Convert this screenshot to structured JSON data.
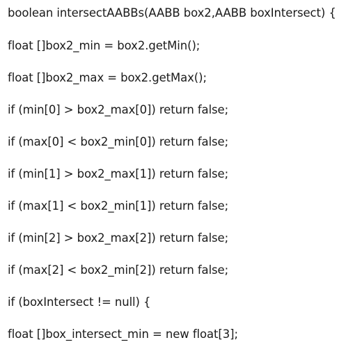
{
  "code_lines": [
    "boolean intersectAABBs(AABB box2,AABB boxIntersect) {",
    "float []box2_min = box2.getMin();",
    "float []box2_max = box2.getMax();",
    "if (min[0] > box2_max[0]) return false;",
    "if (max[0] < box2_min[0]) return false;",
    "if (min[1] > box2_max[1]) return false;",
    "if (max[1] < box2_min[1]) return false;",
    "if (min[2] > box2_max[2]) return false;",
    "if (max[2] < box2_min[2]) return false;",
    "if (boxIntersect != null) {",
    "float []box_intersect_min = new float[3];"
  ]
}
